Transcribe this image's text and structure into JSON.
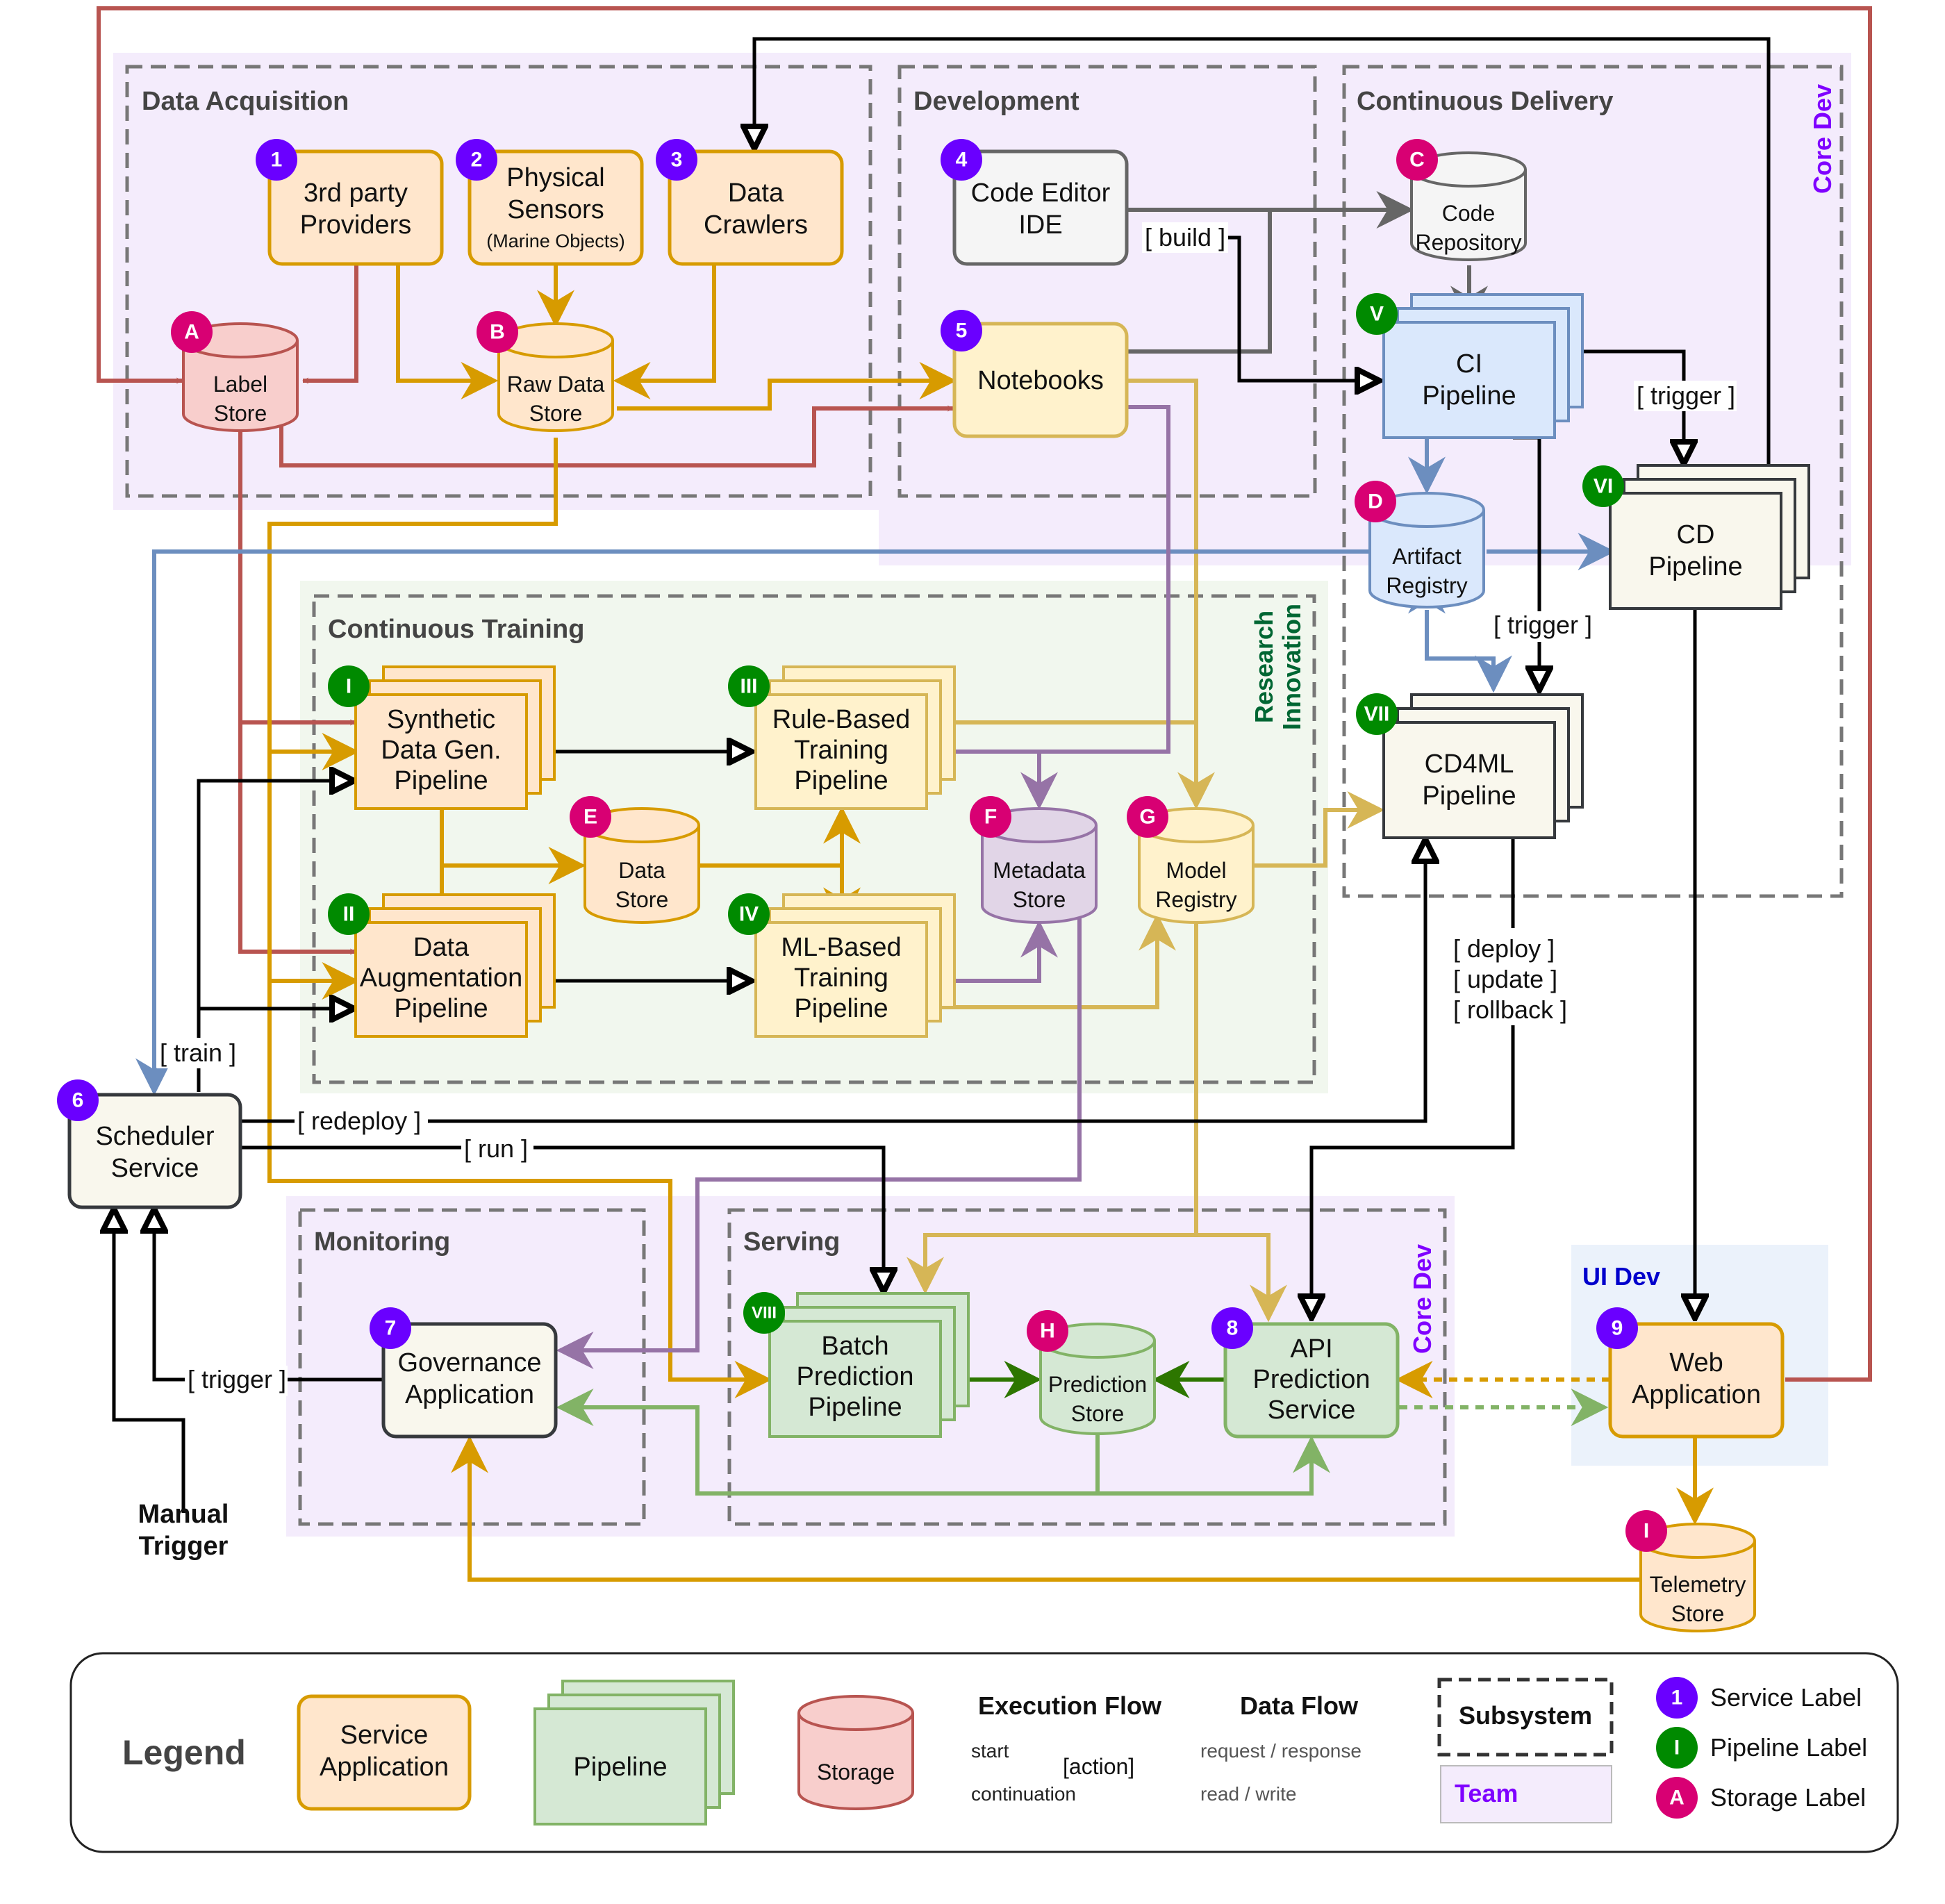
{
  "subsystems": {
    "data_acquisition": "Data Acquisition",
    "development": "Development",
    "continuous_delivery": "Continuous Delivery",
    "continuous_training": "Continuous Training",
    "monitoring": "Monitoring",
    "serving": "Serving"
  },
  "teams": {
    "core_dev_top": "Core Dev",
    "research_innovation": [
      "Research",
      "Innovation"
    ],
    "core_dev_serving": "Core Dev",
    "ui_dev": "UI Dev"
  },
  "services": {
    "s1": {
      "badge": "1",
      "lines": [
        "3rd party",
        "Providers"
      ]
    },
    "s2": {
      "badge": "2",
      "lines": [
        "Physical",
        "Sensors"
      ],
      "sub": "(Marine Objects)"
    },
    "s3": {
      "badge": "3",
      "lines": [
        "Data",
        "Crawlers"
      ]
    },
    "s4": {
      "badge": "4",
      "lines": [
        "Code Editor",
        "IDE"
      ]
    },
    "s5": {
      "badge": "5",
      "lines": [
        "Notebooks"
      ]
    },
    "s6": {
      "badge": "6",
      "lines": [
        "Scheduler",
        "Service"
      ]
    },
    "s7": {
      "badge": "7",
      "lines": [
        "Governance",
        "Application"
      ]
    },
    "s8": {
      "badge": "8",
      "lines": [
        "API",
        "Prediction",
        "Service"
      ]
    },
    "s9": {
      "badge": "9",
      "lines": [
        "Web",
        "Application"
      ]
    }
  },
  "pipelines": {
    "pI": {
      "badge": "I",
      "lines": [
        "Synthetic",
        "Data Gen.",
        "Pipeline"
      ]
    },
    "pII": {
      "badge": "II",
      "lines": [
        "Data",
        "Augmentation",
        "Pipeline"
      ]
    },
    "pIII": {
      "badge": "III",
      "lines": [
        "Rule-Based",
        "Training",
        "Pipeline"
      ]
    },
    "pIV": {
      "badge": "IV",
      "lines": [
        "ML-Based",
        "Training",
        "Pipeline"
      ]
    },
    "pV": {
      "badge": "V",
      "lines": [
        "CI",
        "Pipeline"
      ]
    },
    "pVI": {
      "badge": "VI",
      "lines": [
        "CD",
        "Pipeline"
      ]
    },
    "pVII": {
      "badge": "VII",
      "lines": [
        "CD4ML",
        "Pipeline"
      ]
    },
    "pVIII": {
      "badge": "VIII",
      "lines": [
        "Batch",
        "Prediction",
        "Pipeline"
      ]
    }
  },
  "stores": {
    "A": {
      "badge": "A",
      "lines": [
        "Label",
        "Store"
      ]
    },
    "B": {
      "badge": "B",
      "lines": [
        "Raw Data",
        "Store"
      ]
    },
    "C": {
      "badge": "C",
      "lines": [
        "Code",
        "Repository"
      ]
    },
    "D": {
      "badge": "D",
      "lines": [
        "Artifact",
        "Registry"
      ]
    },
    "E": {
      "badge": "E",
      "lines": [
        "Data",
        "Store"
      ]
    },
    "F": {
      "badge": "F",
      "lines": [
        "Metadata",
        "Store"
      ]
    },
    "G": {
      "badge": "G",
      "lines": [
        "Model",
        "Registry"
      ]
    },
    "H": {
      "badge": "H",
      "lines": [
        "Prediction",
        "Store"
      ]
    },
    "I": {
      "badge": "I",
      "lines": [
        "Telemetry",
        "Store"
      ]
    }
  },
  "actions": {
    "build": "[ build ]",
    "trigger_cd": "[ trigger ]",
    "trigger_cd4ml": "[ trigger ]",
    "train": "[ train ]",
    "redeploy": "[ redeploy ]",
    "run": "[ run ]",
    "trigger_gov": "[ trigger ]",
    "deploy": "[  deploy  ]",
    "update": "[  update  ]",
    "rollback": "[ rollback ]"
  },
  "manual_trigger": [
    "Manual",
    "Trigger"
  ],
  "legend": {
    "title": "Legend",
    "service": [
      "Service",
      "Application"
    ],
    "pipeline": "Pipeline",
    "storage": "Storage",
    "execution_flow": "Execution Flow",
    "start": "start",
    "action": "[action]",
    "continuation": "continuation",
    "data_flow": "Data Flow",
    "request_response": "request / response",
    "read_write": "read / write",
    "subsystem": "Subsystem",
    "team": "Team",
    "service_label": "Service Label",
    "pipeline_label": "Pipeline Label",
    "storage_label": "Storage Label",
    "badge_1": "1",
    "badge_I": "I",
    "badge_A": "A"
  },
  "colors": {
    "red": "#b85450",
    "orange": "#d79b00",
    "gold": "#d6b656",
    "gray": "#666666",
    "blue": "#6c8ebf",
    "purple": "#9673a6",
    "green": "#82b366",
    "dark_green": "#2d7600",
    "badge_service": "#6a00ff",
    "badge_pipeline": "#008a00",
    "badge_storage": "#d80073"
  }
}
